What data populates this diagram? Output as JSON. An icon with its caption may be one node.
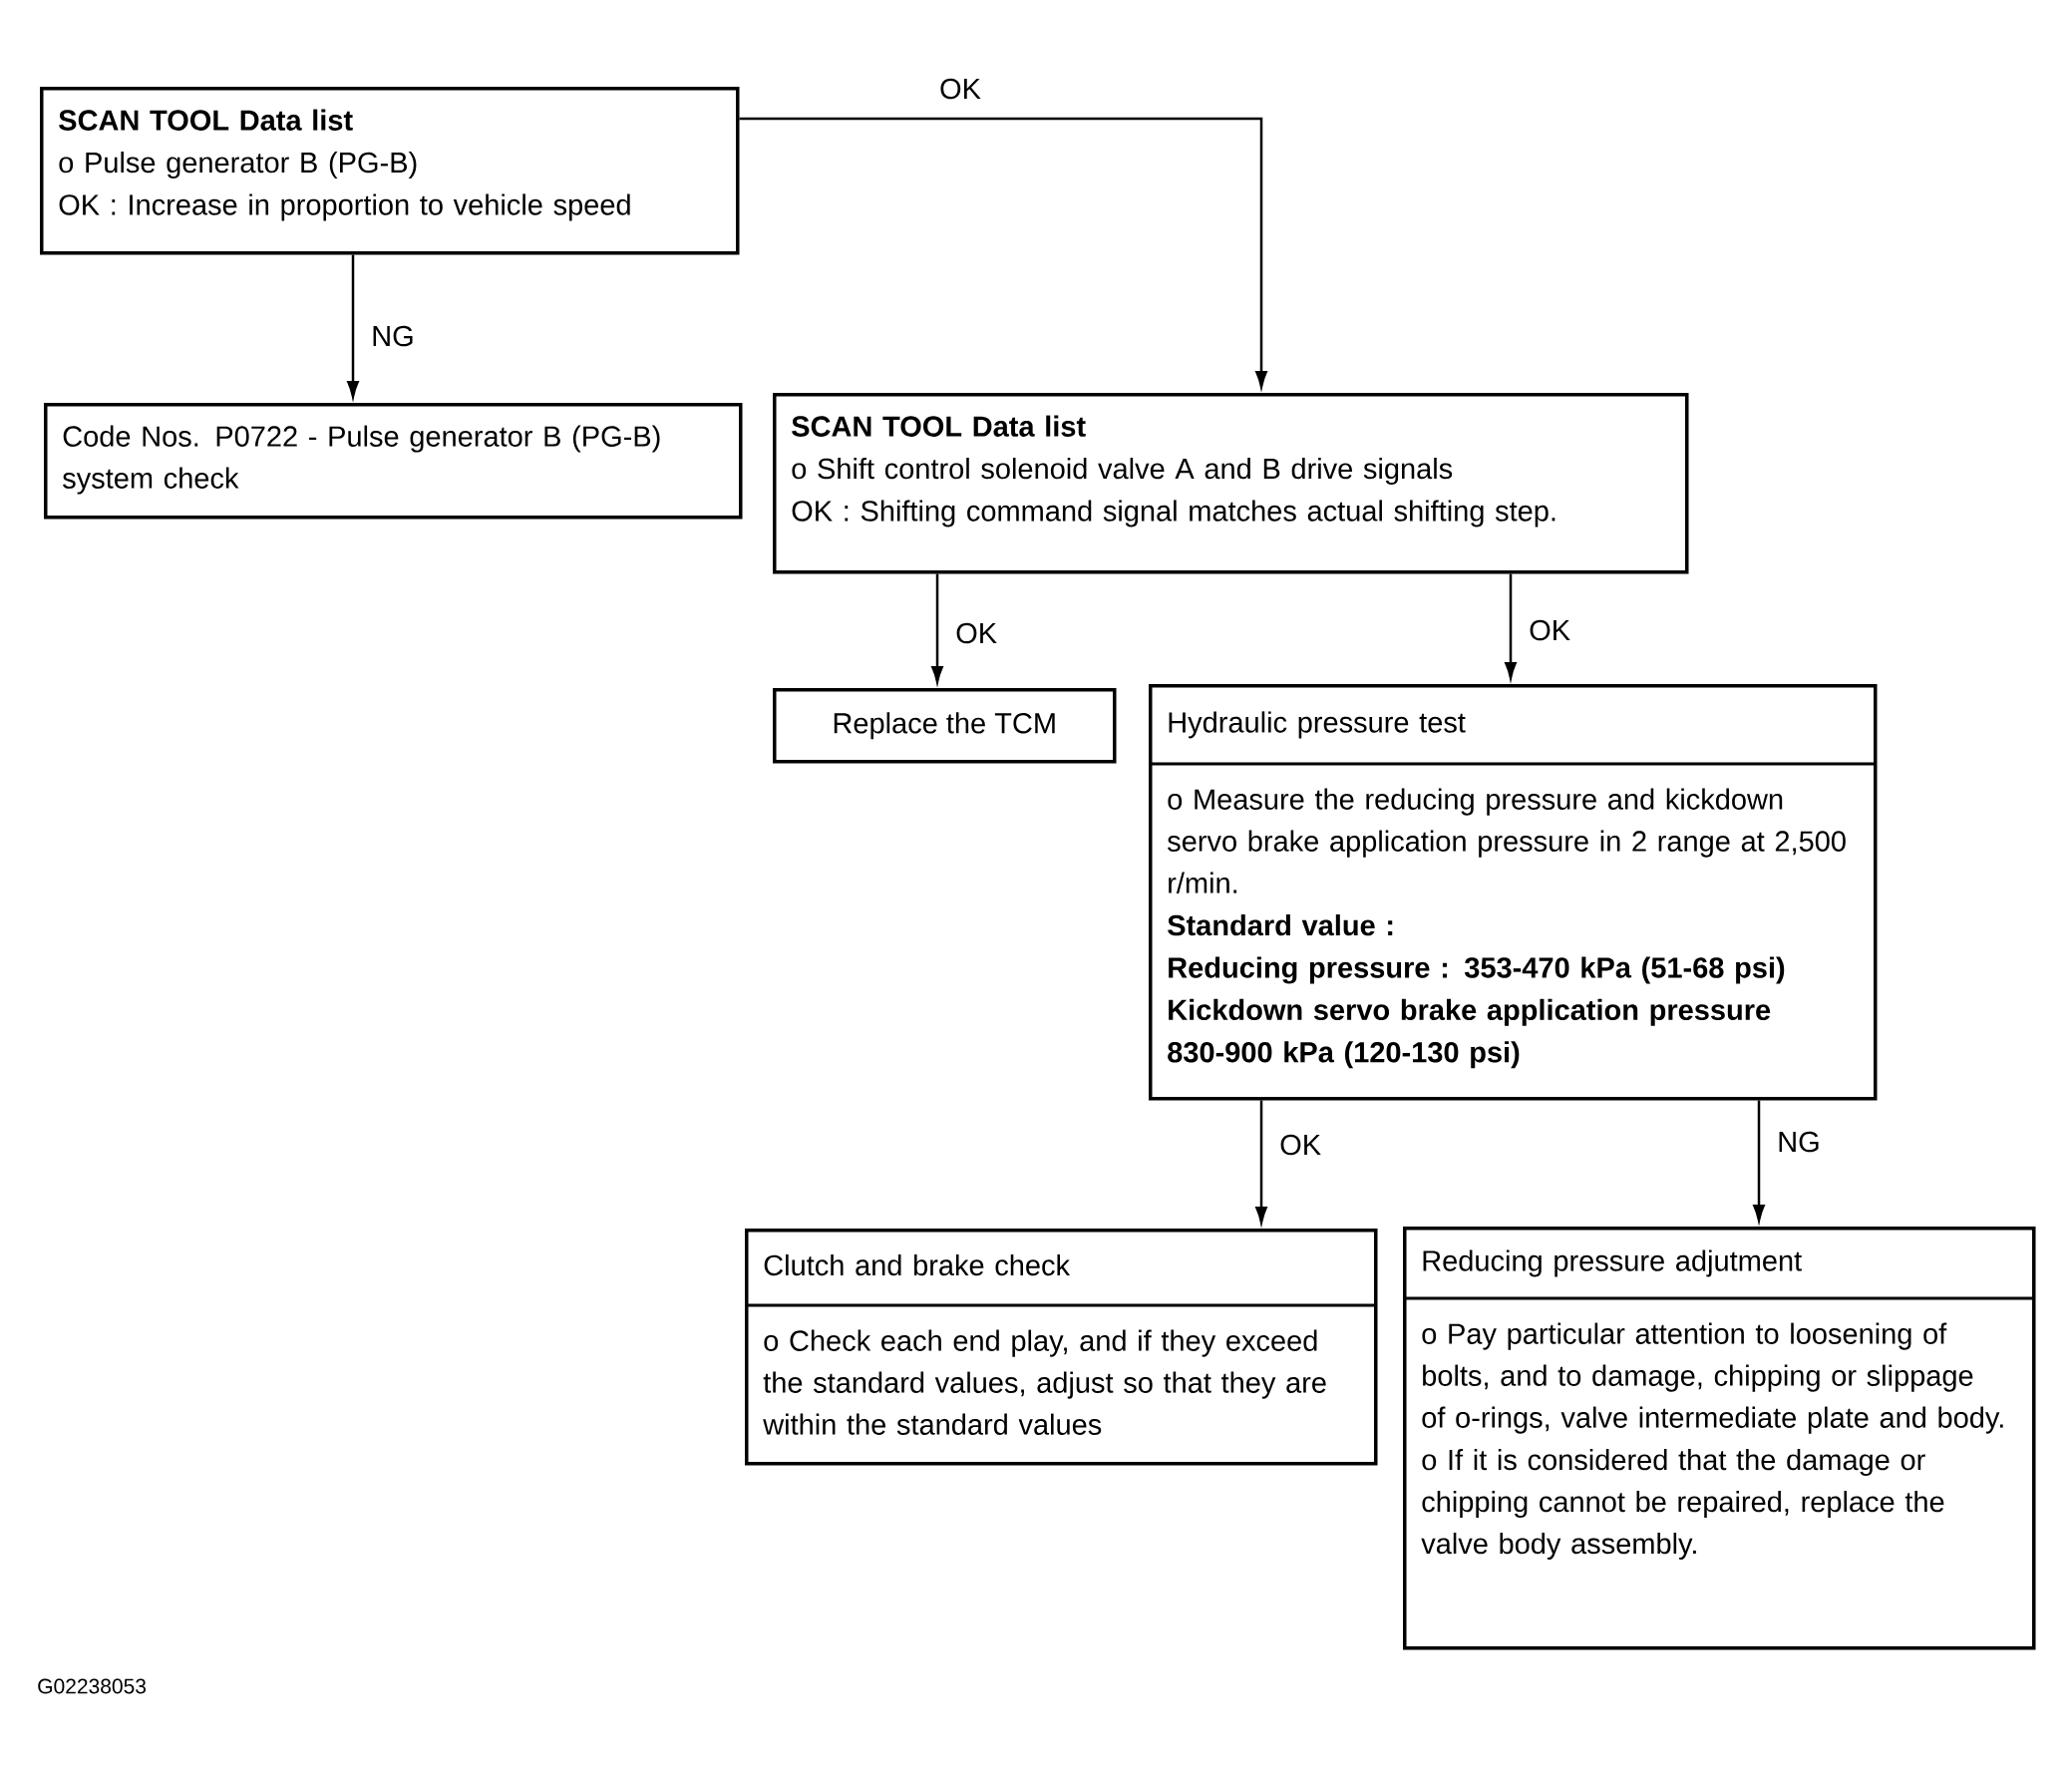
{
  "diagram": {
    "nodes": [
      {
        "text": [
          "SCAN TOOL Data list",
          "o Pulse generator B (PG-B)",
          "OK : Increase in proportion to vehicle speed"
        ]
      },
      {
        "text": [
          "Code Nos. P0722 - Pulse generator B (PG-B) system check"
        ]
      },
      {
        "text": [
          "SCAN TOOL Data list",
          "o Shift control solenoid valve A and B drive signals",
          "OK : Shifting command signal matches actual shifting step."
        ]
      },
      {
        "text": [
          "Replace the TCM"
        ]
      },
      {
        "text": [
          "Hydraulic pressure test",
          "o Measure the reducing pressure and kickdown servo brake application pressure in 2 range at 2,500 r/min.",
          "Standard value :",
          "Reducing pressure : 353-470 kPa (51-68 psi)",
          "Kickdown servo brake application pressure",
          "830-900 kPa (120-130 psi)"
        ]
      },
      {
        "text": [
          "Clutch and brake check",
          "o Check each end play, and if they exceed the standard values, adjust so that they are within the standard values"
        ]
      },
      {
        "text": [
          "Reducing pressure adjutment",
          "o Pay particular attention to loosening of bolts, and to damage, chipping or slippage of o-rings, valve intermediate plate and body.",
          "o If it is considered that the damage or chipping cannot be repaired, replace the valve body assembly."
        ]
      }
    ],
    "edges": [
      {
        "from": 0,
        "to": 2,
        "arrow": "to",
        "label": "OK"
      },
      {
        "from": 0,
        "to": 1,
        "arrow": "to",
        "label": "NG"
      },
      {
        "from": 2,
        "to": 3,
        "arrow": "to",
        "label": "OK"
      },
      {
        "from": 2,
        "to": 4,
        "arrow": "to",
        "label": "OK"
      },
      {
        "from": 4,
        "to": 5,
        "arrow": "to",
        "label": "OK"
      },
      {
        "from": 4,
        "to": 6,
        "arrow": "to",
        "label": "NG"
      }
    ],
    "labels": [
      "G02238053"
    ]
  }
}
